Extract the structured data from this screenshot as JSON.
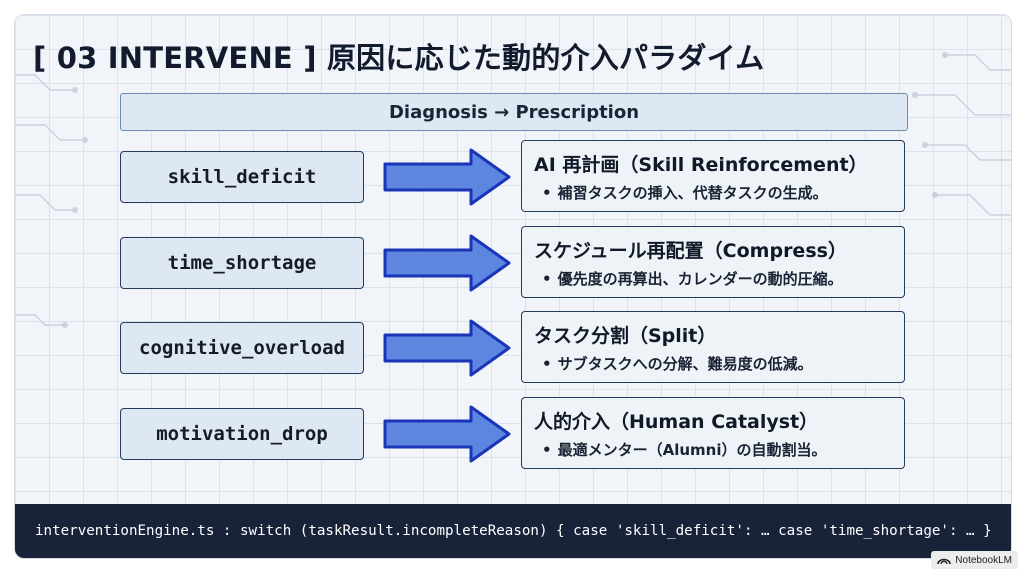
{
  "title": "[ 03 INTERVENE ] 原因に応じた動的介入パラダイム",
  "header": "Diagnosis → Prescription",
  "rows": [
    {
      "diagnosis": "skill_deficit",
      "prescription_title": "AI 再計画（Skill Reinforcement）",
      "prescription_detail": "補習タスクの挿入、代替タスクの生成。"
    },
    {
      "diagnosis": "time_shortage",
      "prescription_title": "スケジュール再配置（Compress）",
      "prescription_detail": "優先度の再算出、カレンダーの動的圧縮。"
    },
    {
      "diagnosis": "cognitive_overload",
      "prescription_title": "タスク分割（Split）",
      "prescription_detail": "サブタスクへの分解、難易度の低減。"
    },
    {
      "diagnosis": "motivation_drop",
      "prescription_title": "人的介入（Human Catalyst）",
      "prescription_detail": "最適メンター（Alumni）の自動割当。"
    }
  ],
  "bullet_glyph": "•",
  "footer_code": "interventionEngine.ts : switch (taskResult.incompleteReason) { case 'skill_deficit': … case 'time_shortage': … }",
  "badge": "NotebookLM",
  "colors": {
    "arrow_fill": "#5c86e0",
    "arrow_stroke": "#1a35b8",
    "box_border": "#243a5e",
    "footer_bg": "#182238"
  }
}
